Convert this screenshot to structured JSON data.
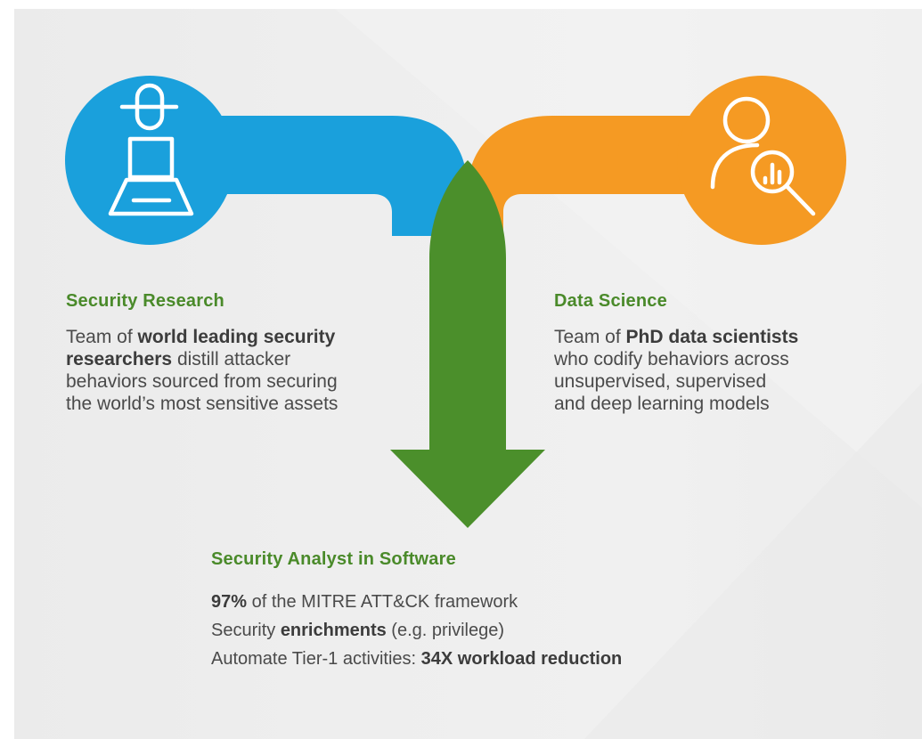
{
  "colors": {
    "blue": "#1aa0dc",
    "orange": "#f59a23",
    "green": "#4b8f2b",
    "heading_green": "#4a8a2a",
    "text": "#4a4a4a",
    "background": "#eeeeee"
  },
  "left": {
    "icon": "security-researcher-icon",
    "heading": "Security Research",
    "lines": [
      [
        {
          "t": "Team of ",
          "b": false
        },
        {
          "t": "world leading security",
          "b": true
        }
      ],
      [
        {
          "t": "researchers",
          "b": true
        },
        {
          "t": " distill attacker",
          "b": false
        }
      ],
      [
        {
          "t": "behaviors sourced from securing",
          "b": false
        }
      ],
      [
        {
          "t": "the world’s most sensitive assets",
          "b": false
        }
      ]
    ]
  },
  "right": {
    "icon": "data-scientist-icon",
    "heading": "Data Science",
    "lines": [
      [
        {
          "t": "Team of ",
          "b": false
        },
        {
          "t": "PhD data scientists",
          "b": true
        }
      ],
      [
        {
          "t": "who codify behaviors across",
          "b": false
        }
      ],
      [
        {
          "t": "unsupervised, supervised",
          "b": false
        }
      ],
      [
        {
          "t": "and deep learning models",
          "b": false
        }
      ]
    ]
  },
  "bottom": {
    "heading": "Security Analyst in Software",
    "lines": [
      [
        {
          "t": "97%",
          "b": true
        },
        {
          "t": " of the MITRE ATT&CK framework",
          "b": false
        }
      ],
      [
        {
          "t": "Security ",
          "b": false
        },
        {
          "t": "enrichments",
          "b": true
        },
        {
          "t": " (e.g. privilege)",
          "b": false
        }
      ],
      [
        {
          "t": "Automate Tier-1 activities: ",
          "b": false
        },
        {
          "t": "34X workload reduction",
          "b": true
        }
      ]
    ]
  }
}
